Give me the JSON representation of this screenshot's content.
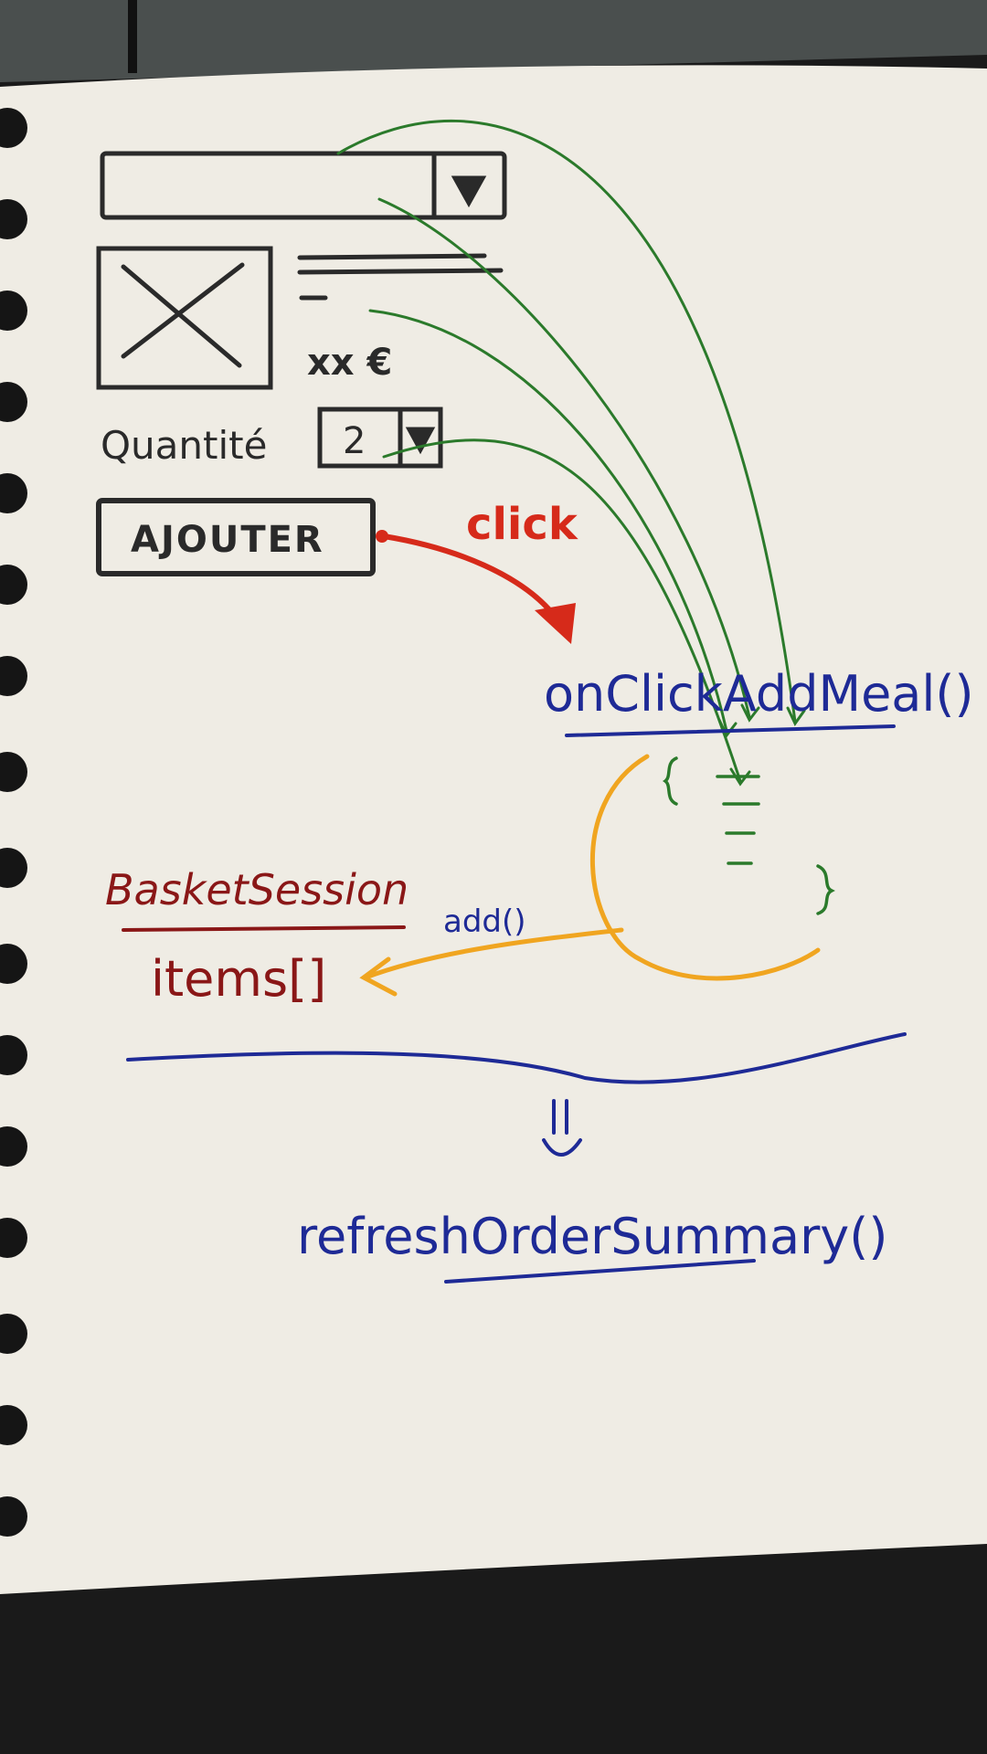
{
  "sketch": {
    "quantity_label": "Quantité",
    "quantity_value": "2",
    "price": "xx €",
    "add_button": "AJOUTER",
    "click_label": "click",
    "function_name": "onClickAddMeal()",
    "class_name": "BasketSession",
    "items_label": "items[]",
    "add_call": "add()",
    "refresh_call": "refreshOrderSummary()"
  },
  "colors": {
    "paper": "#efece4",
    "pencil": "#2a2a2a",
    "green": "#2b7a2b",
    "red": "#d62a1a",
    "blue": "#1e2a96",
    "orange": "#f0a520",
    "darkred": "#8a1717"
  }
}
